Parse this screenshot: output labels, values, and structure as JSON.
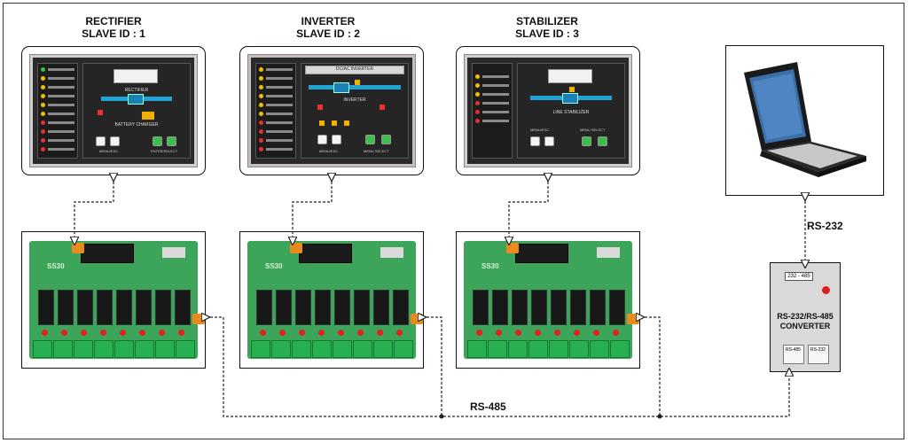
{
  "devices": [
    {
      "name": "RECTIFIER",
      "slave_id": "SLAVE ID : 1",
      "panel": {
        "label": "RECTIFIER",
        "sub_label": "BATTERY CHARGER",
        "buttons": [
          "MENU/ESC",
          "ENTER/SELECT"
        ]
      }
    },
    {
      "name": "INVERTER",
      "slave_id": "SLAVE ID : 2",
      "panel": {
        "header": "DC/AC INVERTER",
        "label": "INVERTER",
        "buttons": [
          "MENU/ESC",
          "MENU SELECT"
        ]
      }
    },
    {
      "name": "STABILIZER",
      "slave_id": "SLAVE ID : 3",
      "panel": {
        "label": "LINE STABILIZER",
        "buttons": [
          "MENU/ESC",
          "MENU SELECT"
        ]
      }
    }
  ],
  "board": {
    "model": "SS30"
  },
  "converter": {
    "label_line1": "RS-232/RS-485",
    "label_line2": "CONVERTER",
    "tag": "232 - 485",
    "port_left": "RS-485",
    "port_right": "RS-232"
  },
  "links": {
    "rs232": "RS-232",
    "rs485": "RS-485"
  },
  "colors": {
    "panel_bg": "#2a2a2a",
    "flow": "#22a3d6",
    "pcb": "#3da55a",
    "terminal": "#27b04f",
    "led_red": "#e42020",
    "connector_orange": "#e88a1e"
  }
}
